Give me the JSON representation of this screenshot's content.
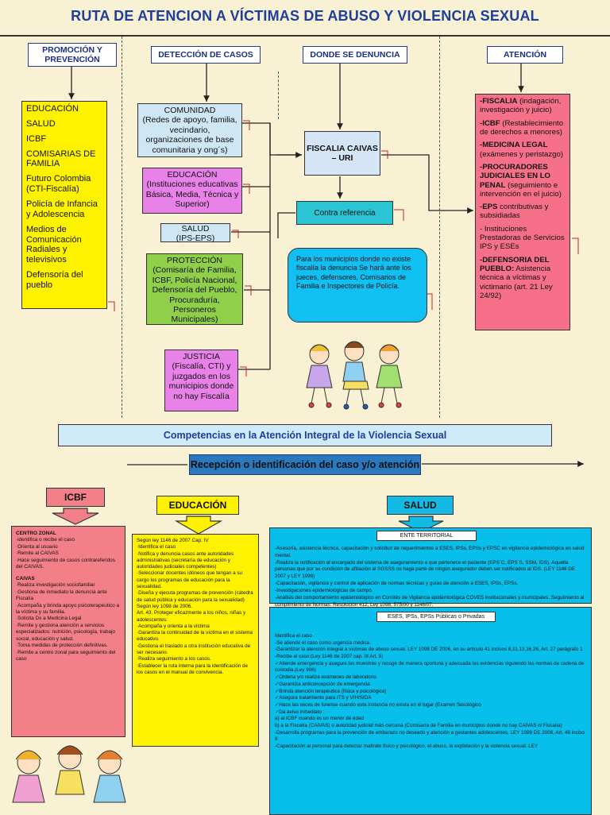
{
  "title": "RUTA DE ATENCION A VÍCTIMAS DE ABUSO Y  VIOLENCIA SEXUAL",
  "headers": {
    "promocion": "PROMOCIÓN Y PREVENCIÓN",
    "deteccion": "DETECCIÓN DE CASOS",
    "denuncia": "DONDE SE DENUNCIA",
    "atencion": "ATENCIÓN"
  },
  "promocion_items": [
    "EDUCACIÓN",
    "SALUD",
    "ICBF",
    "COMISARIAS DE FAMILIA",
    "Futuro Colombia (CTI-Fiscalía)",
    "Policía de Infancia y Adolescencia",
    "Medios de Comunicación Radiales y televisivos",
    "Defensoría del pueblo"
  ],
  "deteccion": {
    "comunidad_title": "COMUNIDAD",
    "comunidad_text": "(Redes de apoyo, familia, vecindario, organizaciones de base comunitaria y ong´s)",
    "educacion_title": "EDUCACIÓN",
    "educacion_text": "(Instituciones educativas Básica, Media, Técnica y Superior)",
    "salud_title": "SALUD",
    "salud_text": "(IPS-EPS)",
    "proteccion_title": "PROTECCIÓN",
    "proteccion_text": "(Comisaría de Familia, ICBF, Policía Nacional, Defensoría del Pueblo, Procuraduría, Personeros Municipales)",
    "justicia_title": "JUSTICIA",
    "justicia_text": "(Fiscalía, CTI) y juzgados en los municipios donde no hay Fiscalía"
  },
  "denuncia": {
    "fiscalia": "FISCALIA CAIVAS – URI",
    "contra": "Contra referencia",
    "municipios": "Para los municipios donde no existe fiscalía la denuncia Se hará ante los jueces, defensores, Comisarios de Familia e Inspectores de Policía."
  },
  "atencion_items": [
    {
      "bold": "-FISCALIA",
      "text": " (indagación, investigación y juicio)"
    },
    {
      "bold": "-ICBF",
      "text": " (Restablecimiento de derechos a menores)"
    },
    {
      "bold": "-MEDICINA LEGAL",
      "text": " (exámenes y peristazgo)"
    },
    {
      "bold": "-PROCURADORES JUDICIALES EN LO PENAL",
      "text": " (seguimiento e intervención en el juicio)"
    },
    {
      "bold": "-EPS",
      "text": " contributivas y subsidiadas"
    },
    {
      "bold": "",
      "text": "- Instituciones Prestadoras de Servicios IPS y ESEs"
    },
    {
      "bold": "-DEFENSORIA DEL PUEBLO:",
      "text": " Asistencia técnica a víctimas y victimario (art. 21 Ley 24/92)"
    }
  ],
  "competencias": "Competencias en la Atención Integral de la Violencia Sexual",
  "recepcion": "Recepción o identificación del caso y/o atención",
  "tags": {
    "icbf": "ICBF",
    "educacion": "EDUCACIÓN",
    "salud": "SALUD"
  },
  "icbf_text": [
    "CENTRO ZONAL",
    "·identifica o recibe el caso",
    "·Orienta al usuario",
    "·Remite al CAIVAS",
    "·Hace seguimiento de casos contrareferidos del CAIVAS.",
    "",
    "CAIVAS",
    "·Realiza investigación sociofamiliar",
    "·Gestiona de inmediato la denuncia ante Fiscalía",
    "·Acompaña y brinda apoyo psicoterapéutico a la víctima y su familia.",
    "·Solicita Dx a Medicina Legal",
    "·Remite y gestiona atención a servicios especializados: nutrición, psicología, trabajo social, educación y salud.",
    "·Toma medidas de protección definitivas.",
    "·Remite a centro zonal para seguimiento del caso"
  ],
  "educacion_text": [
    "Según ley 1146 de 2007 Cap. IV",
    "·Identifica el caso",
    "·Notifica y denuncia casos ante autoridades administrativas (secretaría de educación y autoridades judiciales competentes)",
    "·Seleccionar docentes idóneos que tengan a su cargo los programas de educación para la sexualidad.",
    "·Diseña y ejecuta programas de prevención (cátedra de salud pública y educación para la sexualidad)",
    "Según ley 1098 de 2006.",
    "Art. 43. Proteger eficazmente a los niños, niñas y adolescentes:",
    "·Acompaña y orienta a la víctima",
    "·Garantiza la continuidad de la víctima en el sistema educativo.",
    "·Gestiona el traslado a otra institución educativa de ser necesario.",
    "·Realiza seguimiento a los casos.",
    "·Establecer la ruta interna para la identificación de los casos en el manual de convivencia."
  ],
  "salud_ente_label": "ENTE TERRITORIAL",
  "salud_ente_text": [
    "-Asesoría, asistencia técnica, capacitación y solicitud de requerimientos a ESES, IPSs, EPSs y EPSC en vigilancia epidemiológica en salud mental.",
    "-Realiza la notificación al encargado del sistema de aseguramiento a que pertenece el paciente (EPS´C, EPS´S, SSM, IDS). Aquella personas que por su condición de afiliación al SGSSS no haga parte de ningún asegurador deben ser notificados al IDS. (LEY 1146 DE 2007 y LEY 1098)",
    "-Capacitación, vigilancia y control de aplicación de normas técnicas y guías de atención a ESES, IPSs, EPSs.",
    "-Investigaciones epidemiológicas de campo.",
    "-Análisis del comportamiento epidemiológico en Comités de Vigilancia epidemiológica COVES institucionales y municipales. Seguimiento al cumplimiento de Normas: Resolución 412, Ley 1098, 575/00 y 1146/07."
  ],
  "salud_eses_label": "ESES, IPSs, EPSs Públicas o Privadas",
  "salud_eses_text": [
    "Identifica el caso",
    "-Se atiende el caso como urgencia médica.",
    "-Garantizar la atención integral a víctimas de abuso sexual. LEY 1098 DE 2006, en su artículo 41 incisos 8,11,13,16,26, Art. 27 parágrafo 1",
    "-Recibe el caso:(Ley 1146 de 2007 cap. III Art. 9)",
    "✓Atiende emergencia y asegura las muestras y recoge de manera oportuna y adecuada las evidencias siguiendo las normas de cadena de custodia.(Ley 906)",
    "✓Ordena y/o realiza exámenes de laboratorio",
    "✓Garantiza anticoncepción de emergencia",
    "✓Brinda atención terapéutica (física y psicológica)",
    "✓Asegura tratamiento para ITS y VIH/SIDA",
    "✓Hace las veces de forense cuando esta instancia no exista en el lugar (Examen Sexológico",
    "✓Da aviso inmediato :",
    "a) al ICBF cuando es un menor de edad",
    "b) a la Fiscalía (CAIVAS) o autoridad judicial más cercana (Comisaría de Familia en municipios donde no hay CAIVAS ni Fiscalía)",
    "-Desarrolla programas para la prevención de embarazo no deseado y atención a gestantes adolescentes. LEY 1098 DE 2006, Art. 46 inciso 8",
    "-Capacitación al personal para detectar maltrato físico y psicológico, el abuso, la explotación y la violencia sexual. LEY"
  ],
  "colors": {
    "title": "#1d3f9a",
    "background": "#f8f1d3",
    "yellow": "#fff200",
    "pink": "#f7708a",
    "cyan": "#08bfec"
  }
}
